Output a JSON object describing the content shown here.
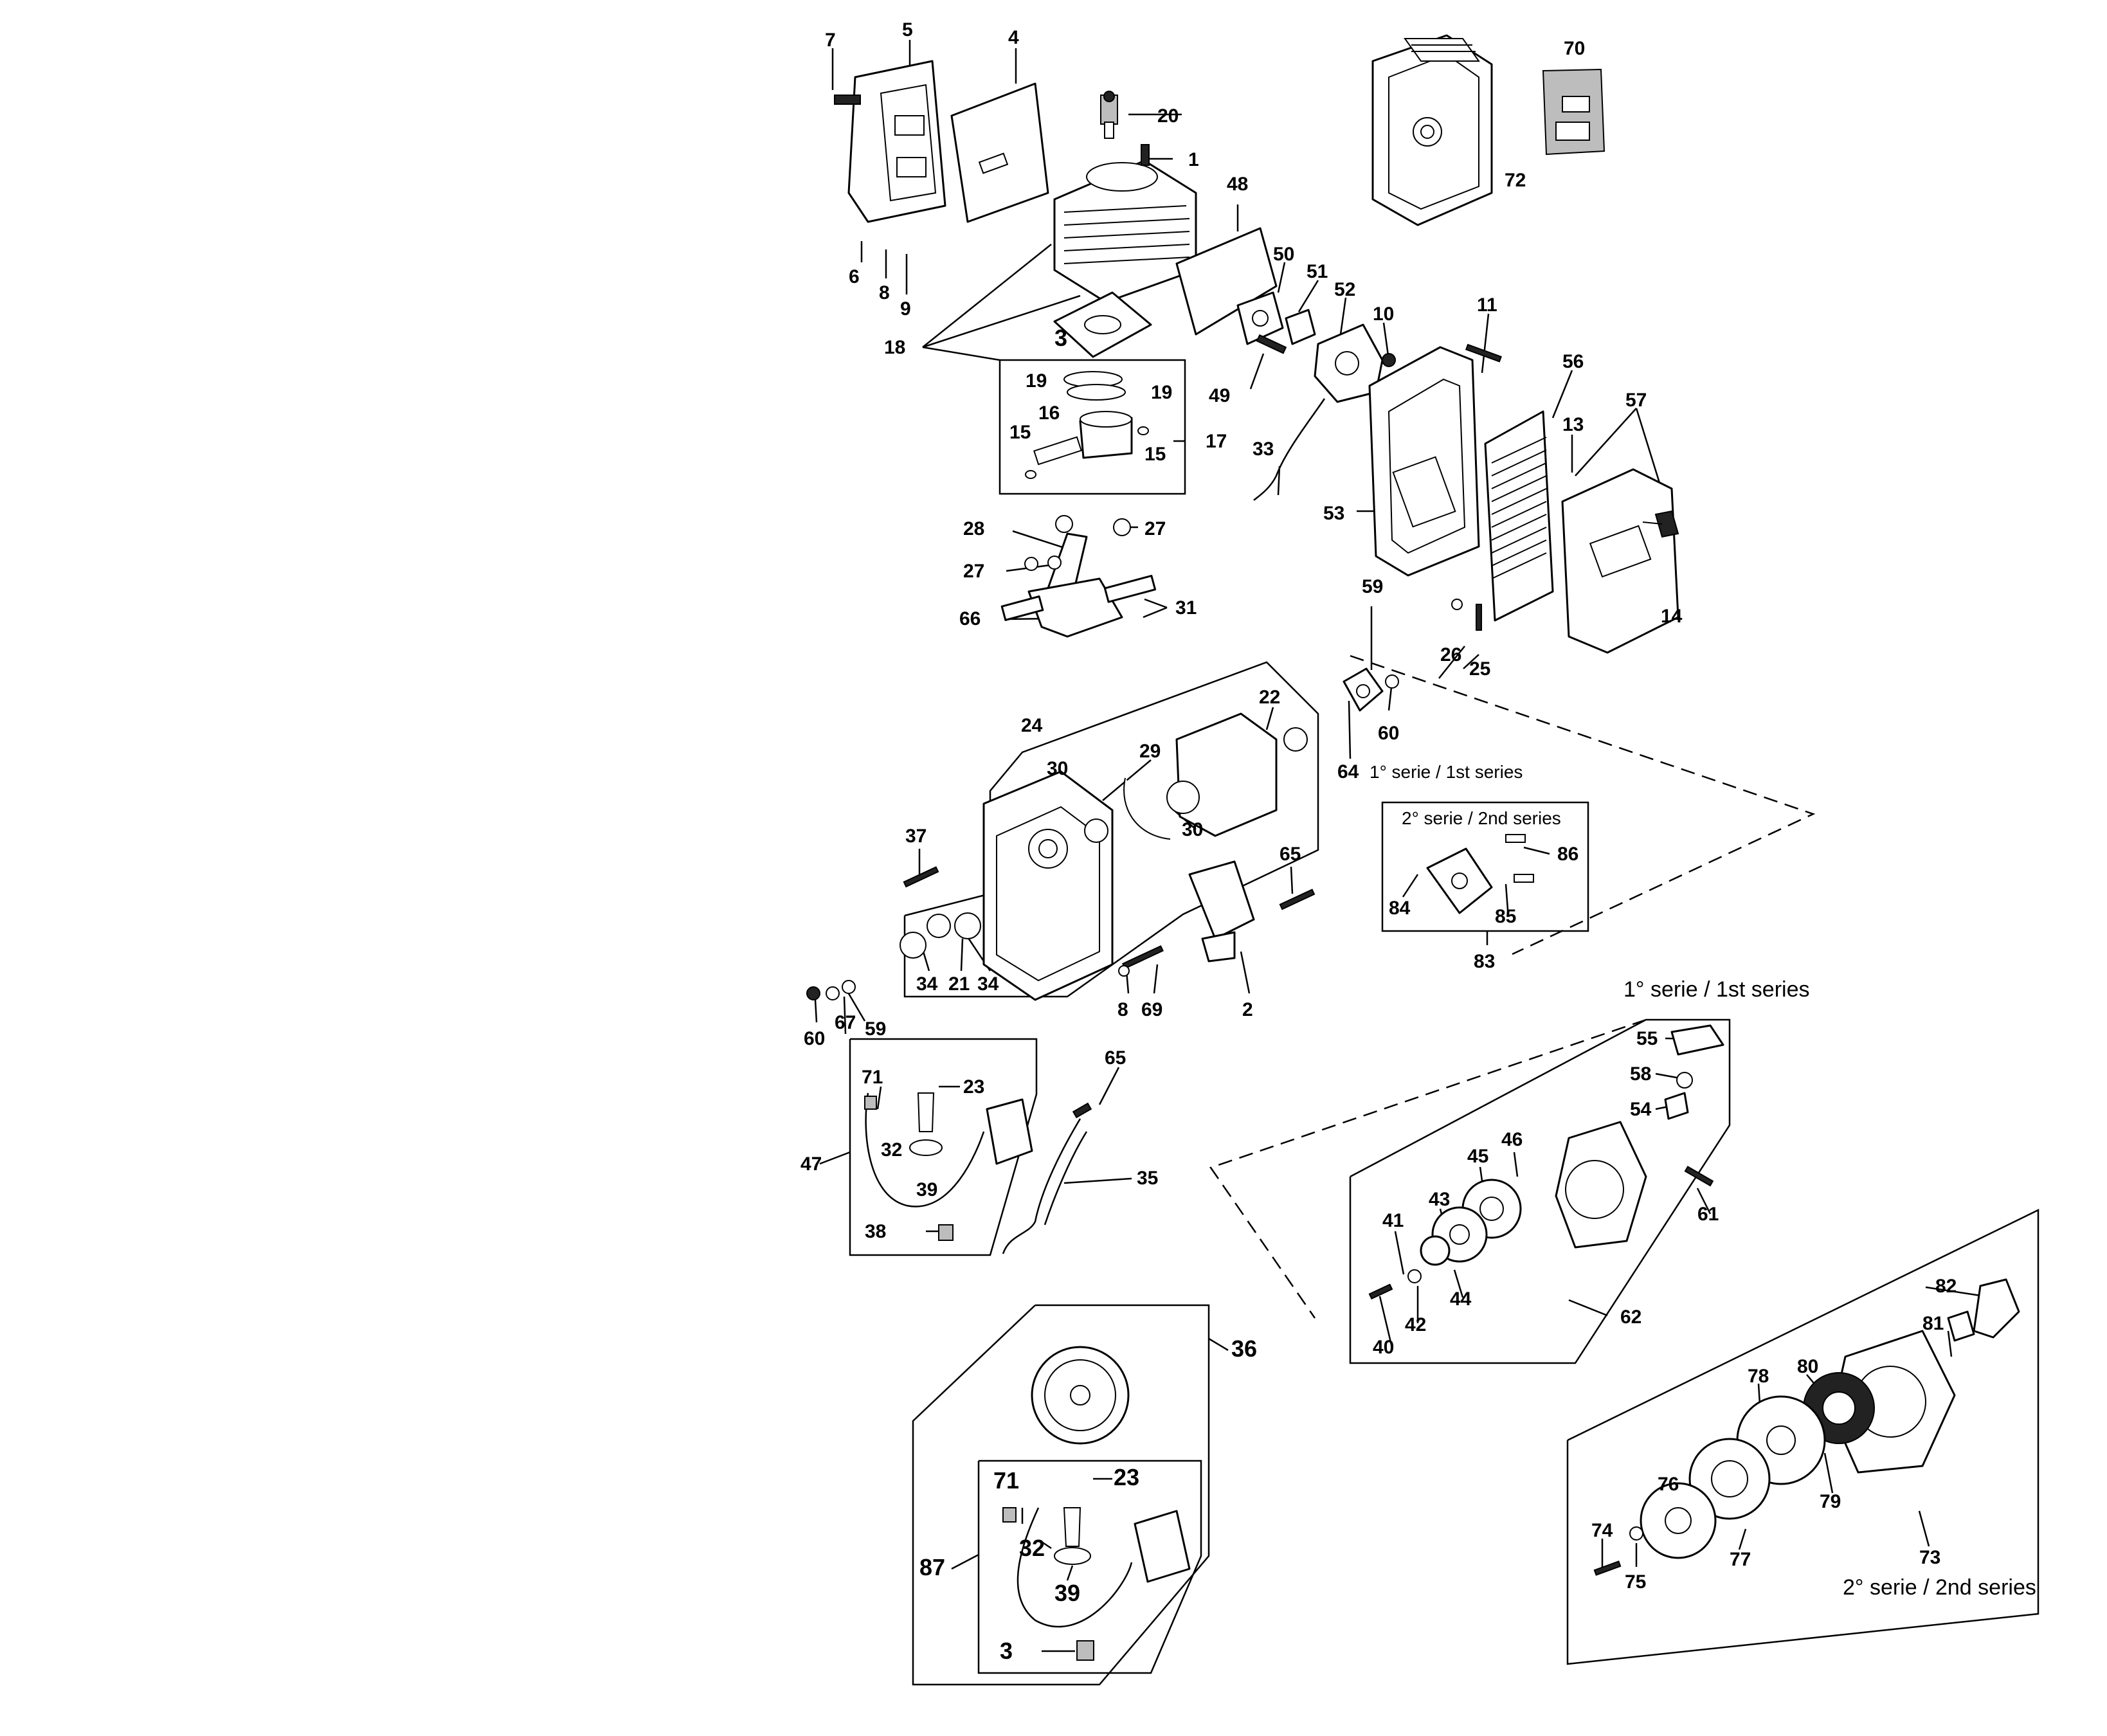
{
  "callouts": {
    "c1": "1",
    "c2": "2",
    "c3": "3",
    "c3b": "3",
    "c4": "4",
    "c5": "5",
    "c6": "6",
    "c7": "7",
    "c8": "8",
    "c8b": "8",
    "c9": "9",
    "c10": "10",
    "c11": "11",
    "c13": "13",
    "c14": "14",
    "c15a": "15",
    "c15b": "15",
    "c16": "16",
    "c17": "17",
    "c18": "18",
    "c19a": "19",
    "c19b": "19",
    "c20": "20",
    "c21": "21",
    "c22": "22",
    "c23": "23",
    "c23b": "23",
    "c24": "24",
    "c25": "25",
    "c26": "26",
    "c27a": "27",
    "c27b": "27",
    "c28": "28",
    "c29": "29",
    "c30a": "30",
    "c30b": "30",
    "c31": "31",
    "c32": "32",
    "c32b": "32",
    "c33": "33",
    "c34a": "34",
    "c34b": "34",
    "c35": "35",
    "c36": "36",
    "c37": "37",
    "c38": "38",
    "c39": "39",
    "c39b": "39",
    "c40": "40",
    "c41": "41",
    "c42": "42",
    "c43": "43",
    "c44": "44",
    "c45": "45",
    "c46": "46",
    "c47": "47",
    "c48": "48",
    "c49": "49",
    "c50": "50",
    "c51": "51",
    "c52": "52",
    "c53": "53",
    "c54": "54",
    "c55": "55",
    "c56": "56",
    "c57": "57",
    "c58": "58",
    "c59a": "59",
    "c59b": "59",
    "c60a": "60",
    "c60b": "60",
    "c61": "61",
    "c62": "62",
    "c64": "64",
    "c65a": "65",
    "c65b": "65",
    "c66": "66",
    "c67": "67",
    "c69": "69",
    "c70": "70",
    "c71": "71",
    "c71b": "71",
    "c72": "72",
    "c73": "73",
    "c74": "74",
    "c75": "75",
    "c76": "76",
    "c77": "77",
    "c78": "78",
    "c79": "79",
    "c80": "80",
    "c81": "81",
    "c82": "82",
    "c83": "83",
    "c84": "84",
    "c85": "85",
    "c86": "86",
    "c87": "87"
  },
  "captions": {
    "clutch_first_series": "1° serie / 1st series",
    "clutch_second_series": "2° serie / 2nd series",
    "starter_first_series": "1° serie / 1st series",
    "starter_second_series": "2° serie / 2nd series"
  }
}
